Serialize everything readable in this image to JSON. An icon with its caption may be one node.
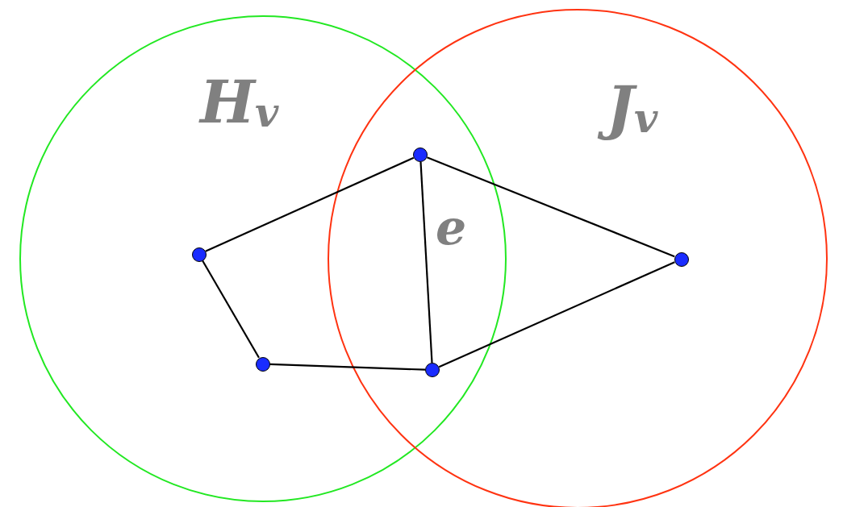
{
  "diagram": {
    "nodes": [
      {
        "text": [
          "H$_{v}$"
        ]
      },
      {
        "text": [
          "J$_{v}$"
        ]
      },
      {
        "text": [],
        "shape": "circle"
      },
      {
        "text": [],
        "shape": "circle",
        "in": 0
      },
      {
        "text": [],
        "shape": "circle",
        "in": 1
      },
      {
        "text": [],
        "shape": "circle",
        "in": 0
      },
      {
        "text": [],
        "shape": "circle"
      }
    ],
    "edges": [
      {
        "from": 2,
        "to": 3,
        "arrow": "none"
      },
      {
        "from": 2,
        "to": 4,
        "arrow": "none"
      },
      {
        "from": 2,
        "to": 6,
        "arrow": "none",
        "label": "e"
      },
      {
        "from": 3,
        "to": 5,
        "arrow": "none"
      },
      {
        "from": 5,
        "to": 6,
        "arrow": "none"
      },
      {
        "from": 6,
        "to": 4,
        "arrow": "none"
      }
    ]
  }
}
